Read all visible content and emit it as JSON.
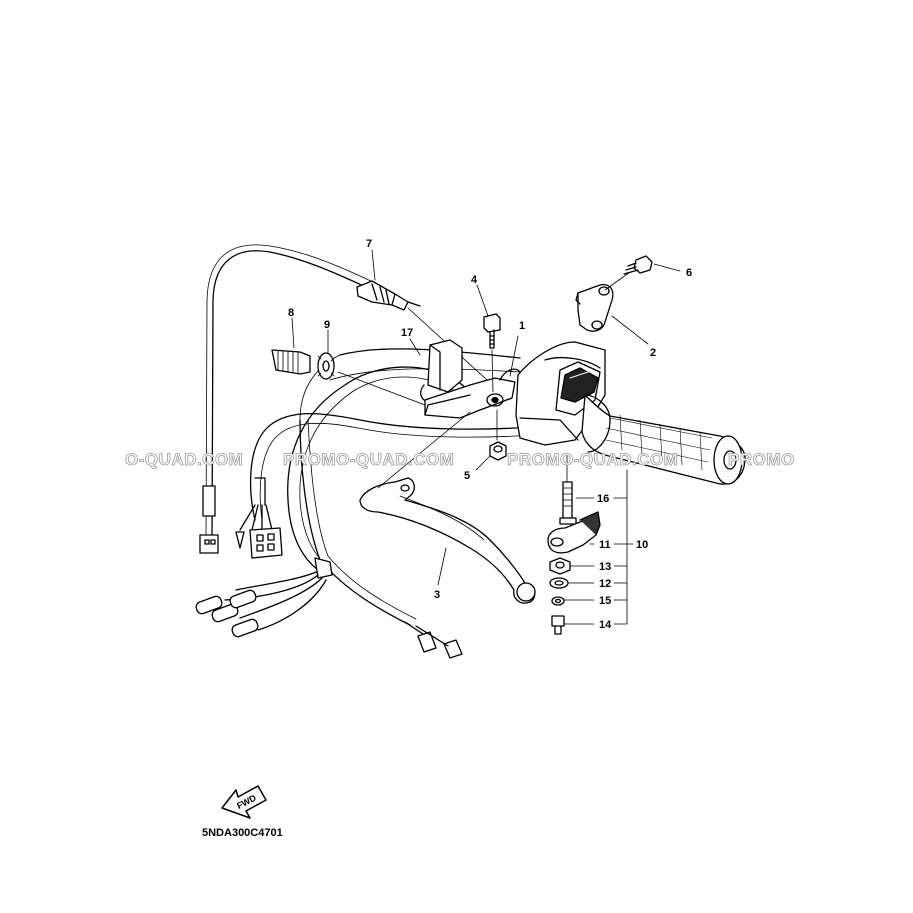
{
  "callouts": {
    "c1": "1",
    "c2": "2",
    "c3": "3",
    "c4": "4",
    "c5": "5",
    "c6": "6",
    "c7": "7",
    "c8": "8",
    "c9": "9",
    "c10": "10",
    "c11": "11",
    "c12": "12",
    "c13": "13",
    "c14": "14",
    "c15": "15",
    "c16": "16",
    "c17": "17"
  },
  "drawing_code": "5NDA300C4701",
  "fwd_label": "FWD",
  "watermark": {
    "w1": "O-QUAD.COM",
    "w2": "PROMO-QUAD.COM",
    "w3": "PROMO-QUAD.COM",
    "w4": "PROMO"
  }
}
